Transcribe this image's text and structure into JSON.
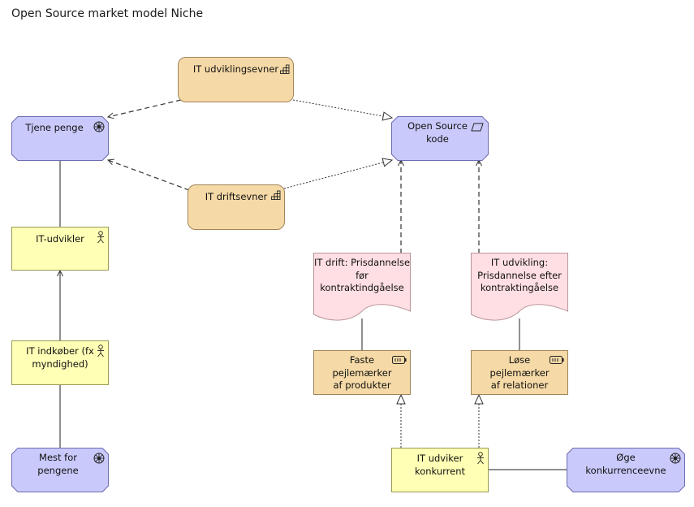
{
  "title": "Open Source market model Niche",
  "nodes": {
    "it_udviklingsevner": "IT udviklingsevner",
    "it_driftsevner": "IT driftsevner",
    "tjene_penge": "Tjene penge",
    "open_source_kode": "Open Source\nkode",
    "it_udvikler": "IT-udvikler",
    "it_indkober": "IT indkøber (fx\nmyndighed)",
    "mest_for_pengene": "Mest for\npengene",
    "it_drift_pris": "IT drift: Prisdannelse\nfør\nkontraktindgåelse",
    "it_udvikling_pris": "IT udvikling:\nPrisdannelse efter\nkontraktingåelse",
    "faste_pejlemaerker": "Faste\npejlemærker\naf produkter",
    "lose_pejlemaerker": "Løse\npejlemærker\naf relationer",
    "it_udviker_konkurrent": "IT udviker\nkonkurrent",
    "oge_konkurrenceevne": "Øge\nkonkurrenceevne"
  },
  "icons": {
    "capability": "capability-icon",
    "goal": "goal-wheel-icon",
    "actor": "actor-icon",
    "representation": "parallelogram-icon",
    "resource": "battery-icon"
  }
}
